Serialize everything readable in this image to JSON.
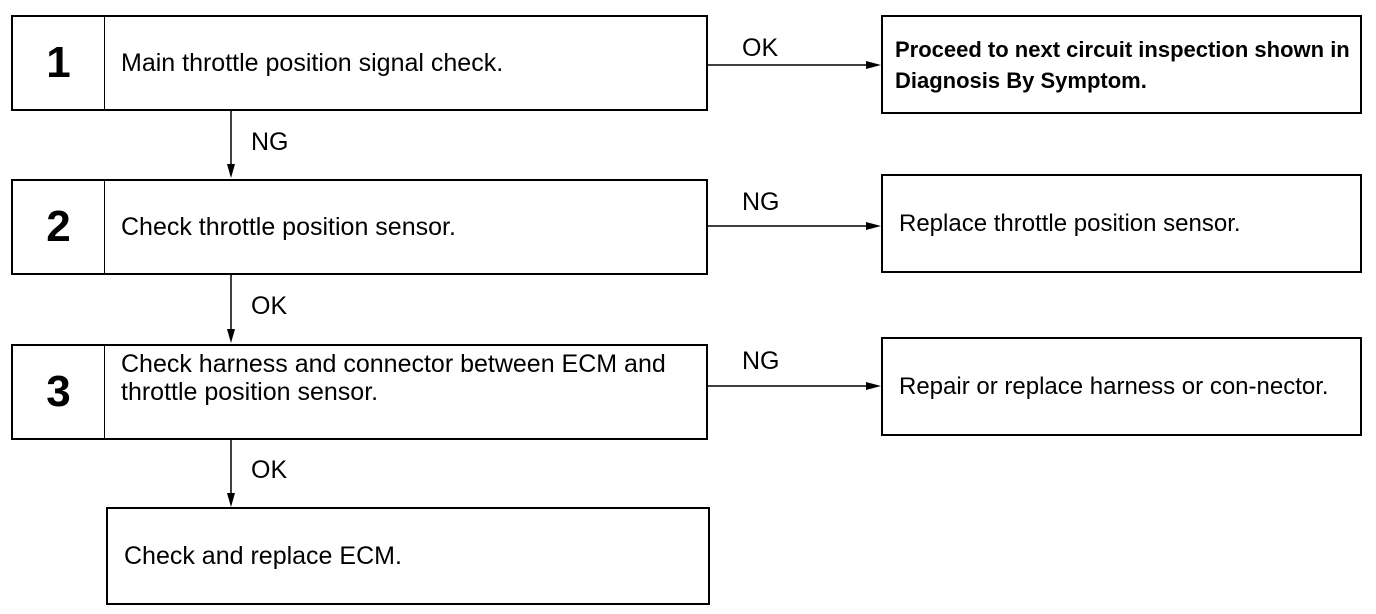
{
  "steps": [
    {
      "number": "1",
      "text": "Main throttle position signal check."
    },
    {
      "number": "2",
      "text": "Check throttle position sensor."
    },
    {
      "number": "3",
      "text": "Check harness and connector between ECM and throttle position sensor."
    }
  ],
  "final_step": {
    "text": "Check and replace ECM."
  },
  "results": [
    {
      "text": "Proceed to next circuit inspection shown in Diagnosis By Symptom."
    },
    {
      "text": "Replace throttle position sensor."
    },
    {
      "text": "Repair or replace harness or con-nector."
    }
  ],
  "labels": {
    "step1_right": "OK",
    "step1_down": "NG",
    "step2_right": "NG",
    "step2_down": "OK",
    "step3_right": "NG",
    "step3_down": "OK"
  }
}
